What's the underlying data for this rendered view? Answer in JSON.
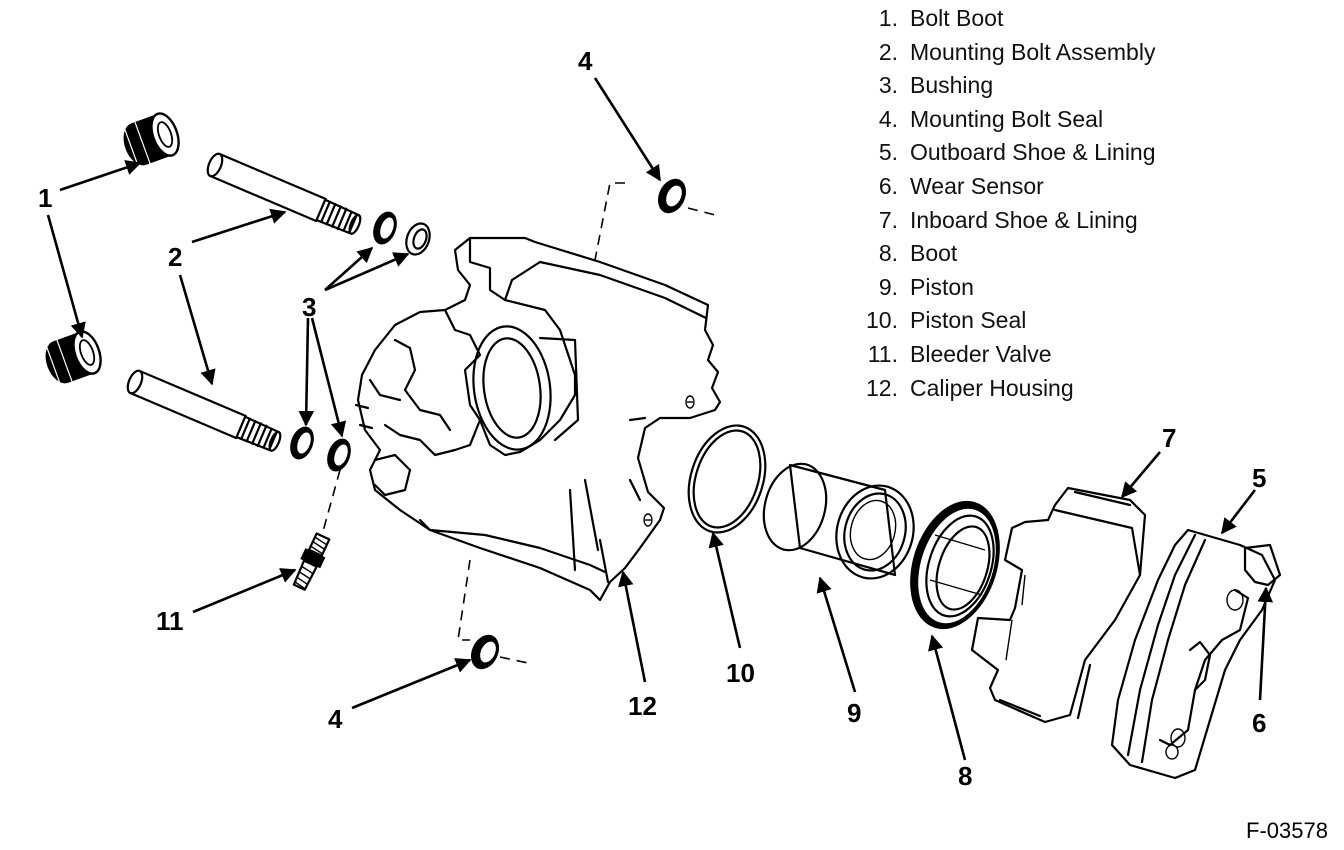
{
  "legend": {
    "items": [
      {
        "num": "1.",
        "label": "Bolt Boot"
      },
      {
        "num": "2.",
        "label": "Mounting Bolt Assembly"
      },
      {
        "num": "3.",
        "label": "Bushing"
      },
      {
        "num": "4.",
        "label": "Mounting Bolt Seal"
      },
      {
        "num": "5.",
        "label": "Outboard Shoe & Lining"
      },
      {
        "num": "6.",
        "label": "Wear Sensor"
      },
      {
        "num": "7.",
        "label": "Inboard Shoe & Lining"
      },
      {
        "num": "8.",
        "label": "Boot"
      },
      {
        "num": "9.",
        "label": "Piston"
      },
      {
        "num": "10.",
        "label": "Piston Seal"
      },
      {
        "num": "11.",
        "label": "Bleeder Valve"
      },
      {
        "num": "12.",
        "label": "Caliper Housing"
      }
    ]
  },
  "callouts": {
    "c1": "1",
    "c2": "2",
    "c3": "3",
    "c4_top": "4",
    "c4_bottom": "4",
    "c5": "5",
    "c6": "6",
    "c7": "7",
    "c8": "8",
    "c9": "9",
    "c10": "10",
    "c11": "11",
    "c12": "12"
  },
  "figure_id": "F-03578",
  "colors": {
    "ink": "#000000",
    "background": "#ffffff"
  }
}
